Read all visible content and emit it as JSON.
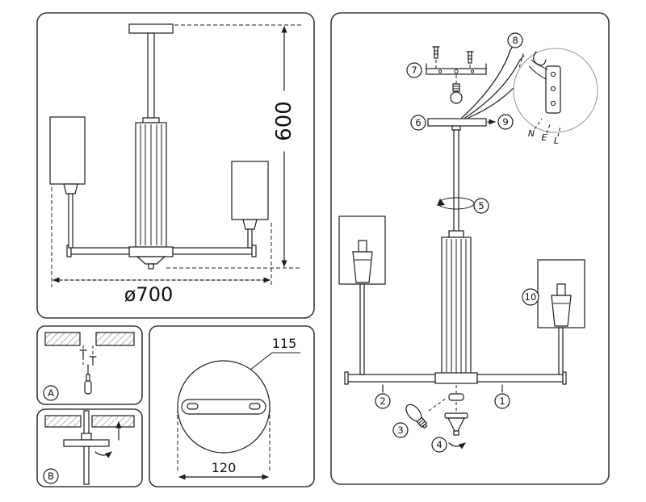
{
  "sheet": {
    "front_view": {
      "height_dim": "600",
      "diameter_dim": "ø700"
    },
    "detail_a": {
      "label": "A"
    },
    "detail_b": {
      "label": "B"
    },
    "canopy_view": {
      "slot_dim": "115",
      "base_dim": "120"
    },
    "assembly": {
      "steps": [
        "1",
        "2",
        "3",
        "4",
        "5",
        "6",
        "7",
        "8",
        "9",
        "10"
      ],
      "terminals": [
        "N",
        "E",
        "L"
      ]
    }
  }
}
